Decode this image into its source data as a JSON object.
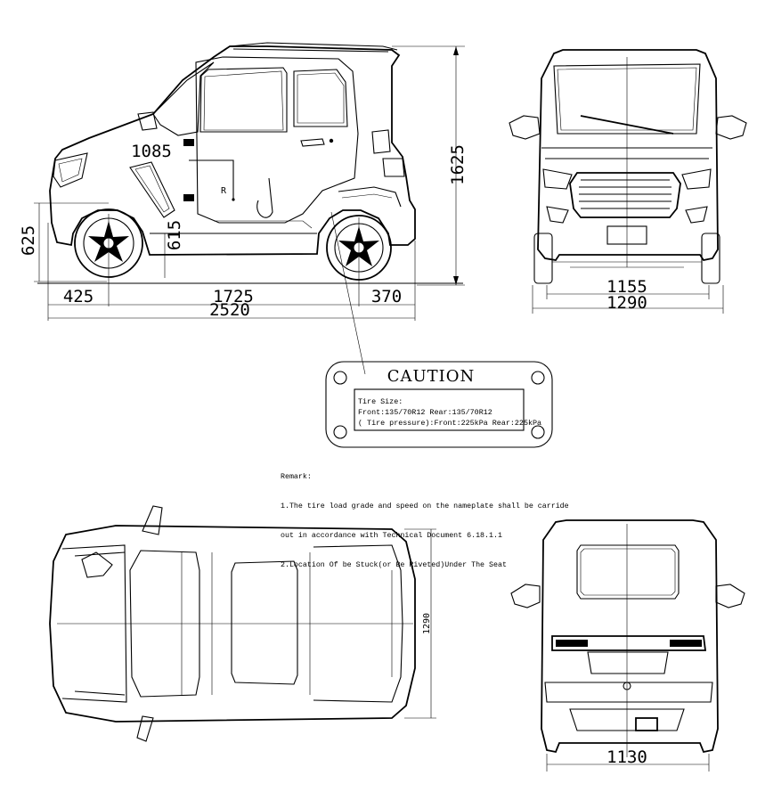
{
  "side_view": {
    "dims": {
      "height": "1625",
      "door_sill": "1085",
      "front_axle_height": "625",
      "rear_ground": "615",
      "front_overhang": "425",
      "wheelbase": "1725",
      "rear_overhang": "370",
      "length": "2520"
    },
    "point_label": "R"
  },
  "front_view": {
    "dims": {
      "track": "1155",
      "width": "1290"
    }
  },
  "top_view": {
    "dims": {
      "width": "1290"
    }
  },
  "rear_view": {
    "dims": {
      "track": "1130"
    }
  },
  "caution_plate": {
    "title": "CAUTION",
    "line1": "Tire Size:",
    "line2": "Front:135/70R12    Rear:135/70R12",
    "line3": "( Tire pressure):Front:225kPa Rear:225kPa"
  },
  "remark": {
    "heading": "Remark:",
    "line1": "1.The tire load grade and speed on the nameplate shall be carride",
    "line2": "out in accordance with Technical Document 6.18.1.1",
    "line3": "2.Location Of be Stuck(or Be Riveted)Under The Seat"
  }
}
